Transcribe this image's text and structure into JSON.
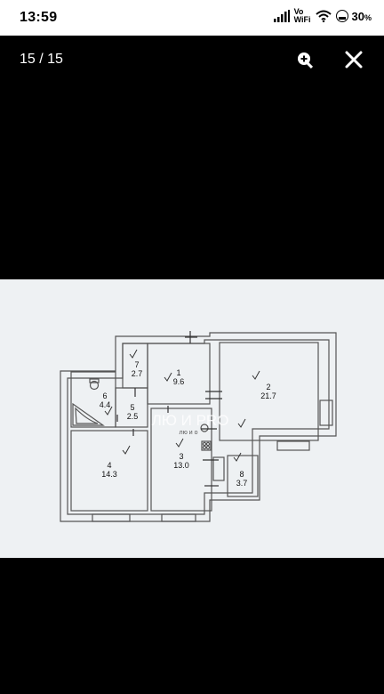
{
  "status_bar": {
    "time": "13:59",
    "volte_top": "Vo",
    "volte_bottom": "WiFi",
    "battery": "30",
    "battery_unit": "%"
  },
  "viewer": {
    "counter": "15 / 15",
    "icons": {
      "zoom": "zoom-in-icon",
      "close": "close-icon"
    }
  },
  "floor_plan": {
    "rooms": [
      {
        "number": "1",
        "area": "9.6"
      },
      {
        "number": "2",
        "area": "21.7"
      },
      {
        "number": "3",
        "area": "13.0"
      },
      {
        "number": "4",
        "area": "14.3"
      },
      {
        "number": "5",
        "area": "2.5"
      },
      {
        "number": "6",
        "area": "4.4"
      },
      {
        "number": "7",
        "area": "2.7"
      },
      {
        "number": "8",
        "area": "3.7"
      }
    ],
    "watermark": "ЛЮ И PRO",
    "watermark_small": "лю и о"
  }
}
